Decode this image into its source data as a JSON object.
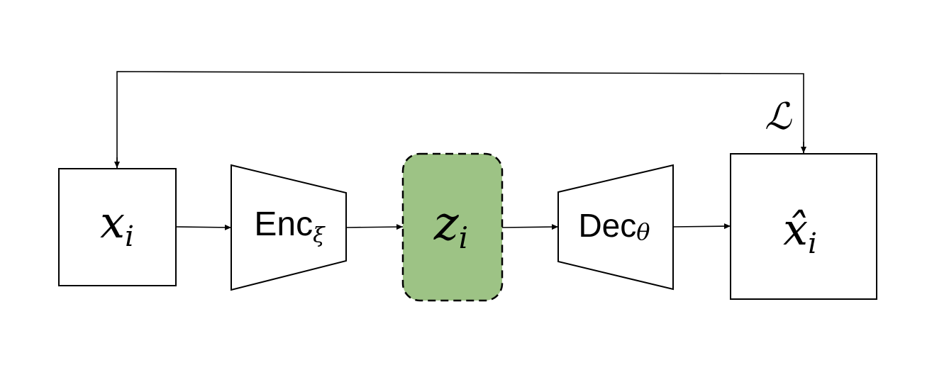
{
  "nodes": {
    "input": {
      "main": "x",
      "sub": "i"
    },
    "encoder": {
      "main": "Enc",
      "sub": "ξ"
    },
    "latent": {
      "main": "z",
      "sub": "i"
    },
    "decoder": {
      "main": "Dec",
      "sub": "θ"
    },
    "output": {
      "main": "x̂",
      "sub": "i"
    }
  },
  "loss": {
    "label": "ℒ"
  },
  "colors": {
    "latent_fill": "#9dc385",
    "stroke": "#000000",
    "background": "#ffffff"
  }
}
